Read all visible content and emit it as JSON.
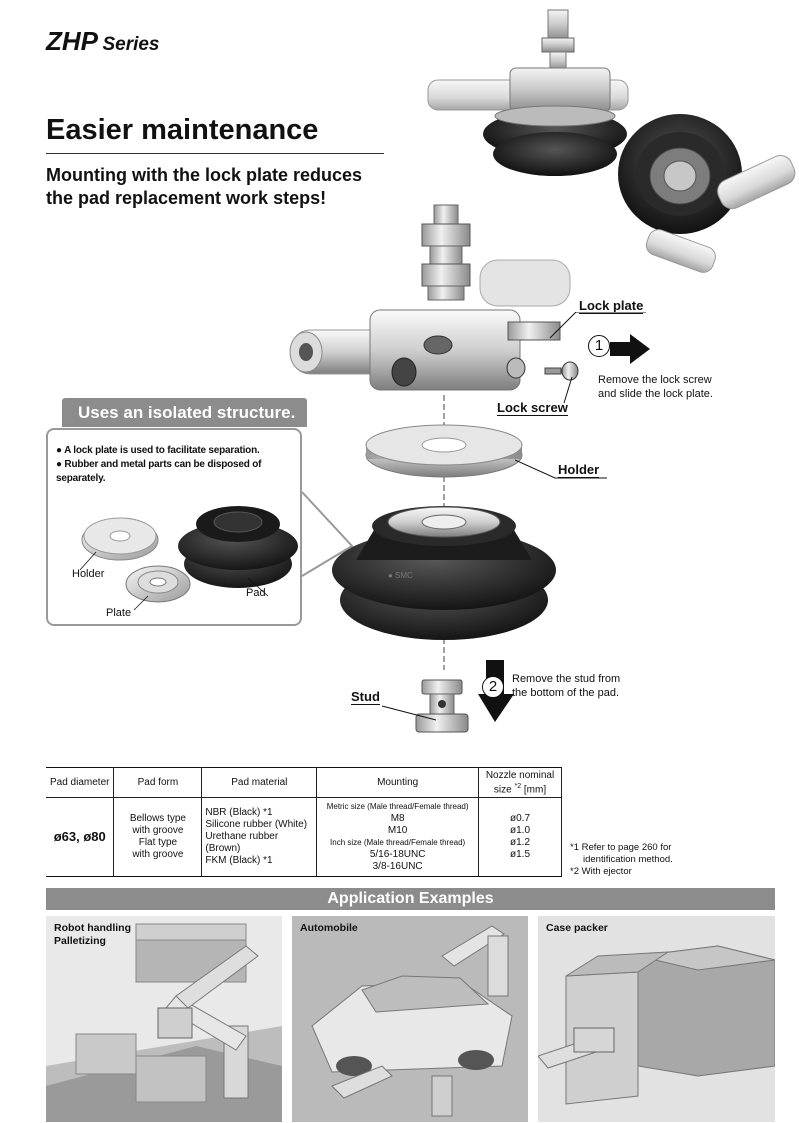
{
  "header": {
    "series_main": "ZHP",
    "series_sub": "Series"
  },
  "headline": "Easier maintenance",
  "subheadline": [
    "Mounting with the lock plate reduces",
    "the pad replacement work steps!"
  ],
  "callout": {
    "tag": "Uses an isolated structure.",
    "bullets": [
      "A lock plate is used to facilitate separation.",
      "Rubber and metal parts can be disposed of separately."
    ],
    "labels": {
      "holder": "Holder",
      "plate": "Plate",
      "pad": "Pad"
    }
  },
  "parts": {
    "lock_plate": "Lock plate",
    "lock_screw": "Lock screw",
    "holder": "Holder",
    "stud": "Stud"
  },
  "steps": [
    {
      "num": "1",
      "text": [
        "Remove the lock screw",
        "and slide the lock plate."
      ]
    },
    {
      "num": "2",
      "text": [
        "Remove the stud from",
        "the bottom of the pad."
      ]
    }
  ],
  "spec_table": {
    "headers": [
      "Pad diameter",
      "Pad form",
      "Pad material",
      "Mounting",
      "Nozzle nominal size *2 [mm]"
    ],
    "header_nozzle": [
      "Nozzle nominal",
      "size ",
      "*2",
      " [mm]"
    ],
    "diameter": "ø63, ø80",
    "forms": [
      "Bellows type",
      "with groove",
      "Flat type",
      "with groove"
    ],
    "materials": [
      "NBR (Black) *1",
      "Silicone rubber (White)",
      "Urethane rubber (Brown)",
      "FKM (Black) *1"
    ],
    "mounting": {
      "metric_label": "Metric size (Male thread/Female thread)",
      "metric": [
        "M8",
        "M10"
      ],
      "inch_label": "Inch size (Male thread/Female thread)",
      "inch": [
        "5/16-18UNC",
        "3/8-16UNC"
      ]
    },
    "nozzle": [
      "ø0.7",
      "ø1.0",
      "ø1.2",
      "ø1.5"
    ]
  },
  "footnotes": [
    "*1 Refer to page 260 for",
    "identification method.",
    "*2 With ejector"
  ],
  "applications": {
    "title": "Application Examples",
    "panels": [
      {
        "caption": [
          "Robot handling",
          "Palletizing"
        ]
      },
      {
        "caption": [
          "Automobile"
        ]
      },
      {
        "caption": [
          "Case packer"
        ]
      }
    ]
  }
}
